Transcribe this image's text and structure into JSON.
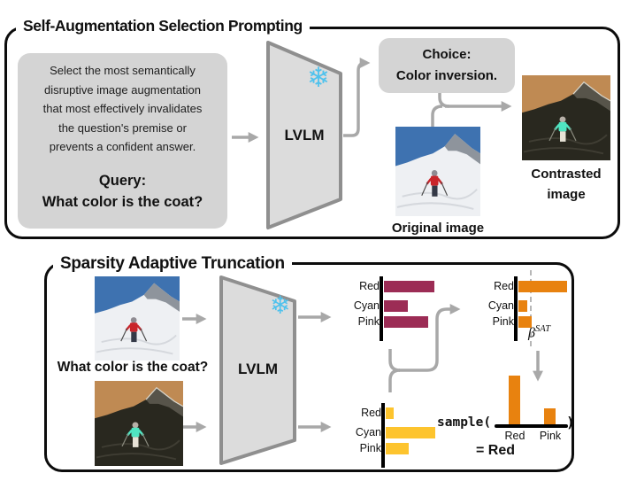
{
  "colors": {
    "panel_border": "#0c0c0c",
    "box_bg": "#d4d4d4",
    "arrow": "#a8a8a8",
    "trapezoid_fill": "#dcdcdc",
    "trapezoid_border": "#8f8f8f",
    "snowflake_blue": "#4fc2ed",
    "maroon": "#9c2c55",
    "orange": "#e8820f",
    "yellow": "#fdc42e",
    "threshold_dash": "#b7b7b7"
  },
  "icons": {
    "snowflake": "❄"
  },
  "top_panel": {
    "title": "Self-Augmentation Selection Prompting",
    "prompt_box": {
      "line1": "Select the most semantically",
      "line2": "disruptive image augmentation",
      "line3": "that most effectively invalidates",
      "line4": "the question's premise or",
      "line5": "prevents a confident answer.",
      "query_label": "Query:",
      "query": "What color is the coat?"
    },
    "model_label": "LVLM",
    "choice_box": {
      "line1": "Choice:",
      "line2": "Color inversion."
    },
    "original_caption": "Original image",
    "contrasted_caption_line1": "Contrasted",
    "contrasted_caption_line2": "image"
  },
  "bottom_panel": {
    "title": "Sparsity Adaptive Truncation",
    "question": "What color is the coat?",
    "model_label": "LVLM",
    "beta_base": "β",
    "beta_sup": "SAT",
    "sample_prefix": "sample(",
    "sample_suffix": ")",
    "result": "= Red"
  },
  "chart_data": [
    {
      "id": "original_dist",
      "type": "bar",
      "orientation": "horizontal",
      "categories": [
        "Red",
        "Cyan",
        "Pink"
      ],
      "values": [
        0.95,
        0.45,
        0.83
      ],
      "color_key": "maroon",
      "xlim": [
        0,
        1
      ]
    },
    {
      "id": "truncated_dist",
      "type": "bar",
      "orientation": "horizontal",
      "categories": [
        "Red",
        "Cyan",
        "Pink"
      ],
      "values": [
        0.92,
        0.17,
        0.25
      ],
      "color_key": "orange",
      "threshold": 0.22,
      "threshold_label": "β^SAT",
      "xlim": [
        0,
        1
      ]
    },
    {
      "id": "contrasted_dist",
      "type": "bar",
      "orientation": "horizontal",
      "categories": [
        "Red",
        "Cyan",
        "Pink"
      ],
      "values": [
        0.15,
        0.93,
        0.43
      ],
      "color_key": "yellow",
      "xlim": [
        0,
        1
      ]
    },
    {
      "id": "sample_dist",
      "type": "bar",
      "orientation": "vertical",
      "categories": [
        "Red",
        "Pink"
      ],
      "values": [
        0.98,
        0.33
      ],
      "color_key": "orange",
      "ylim": [
        0,
        1
      ]
    }
  ]
}
